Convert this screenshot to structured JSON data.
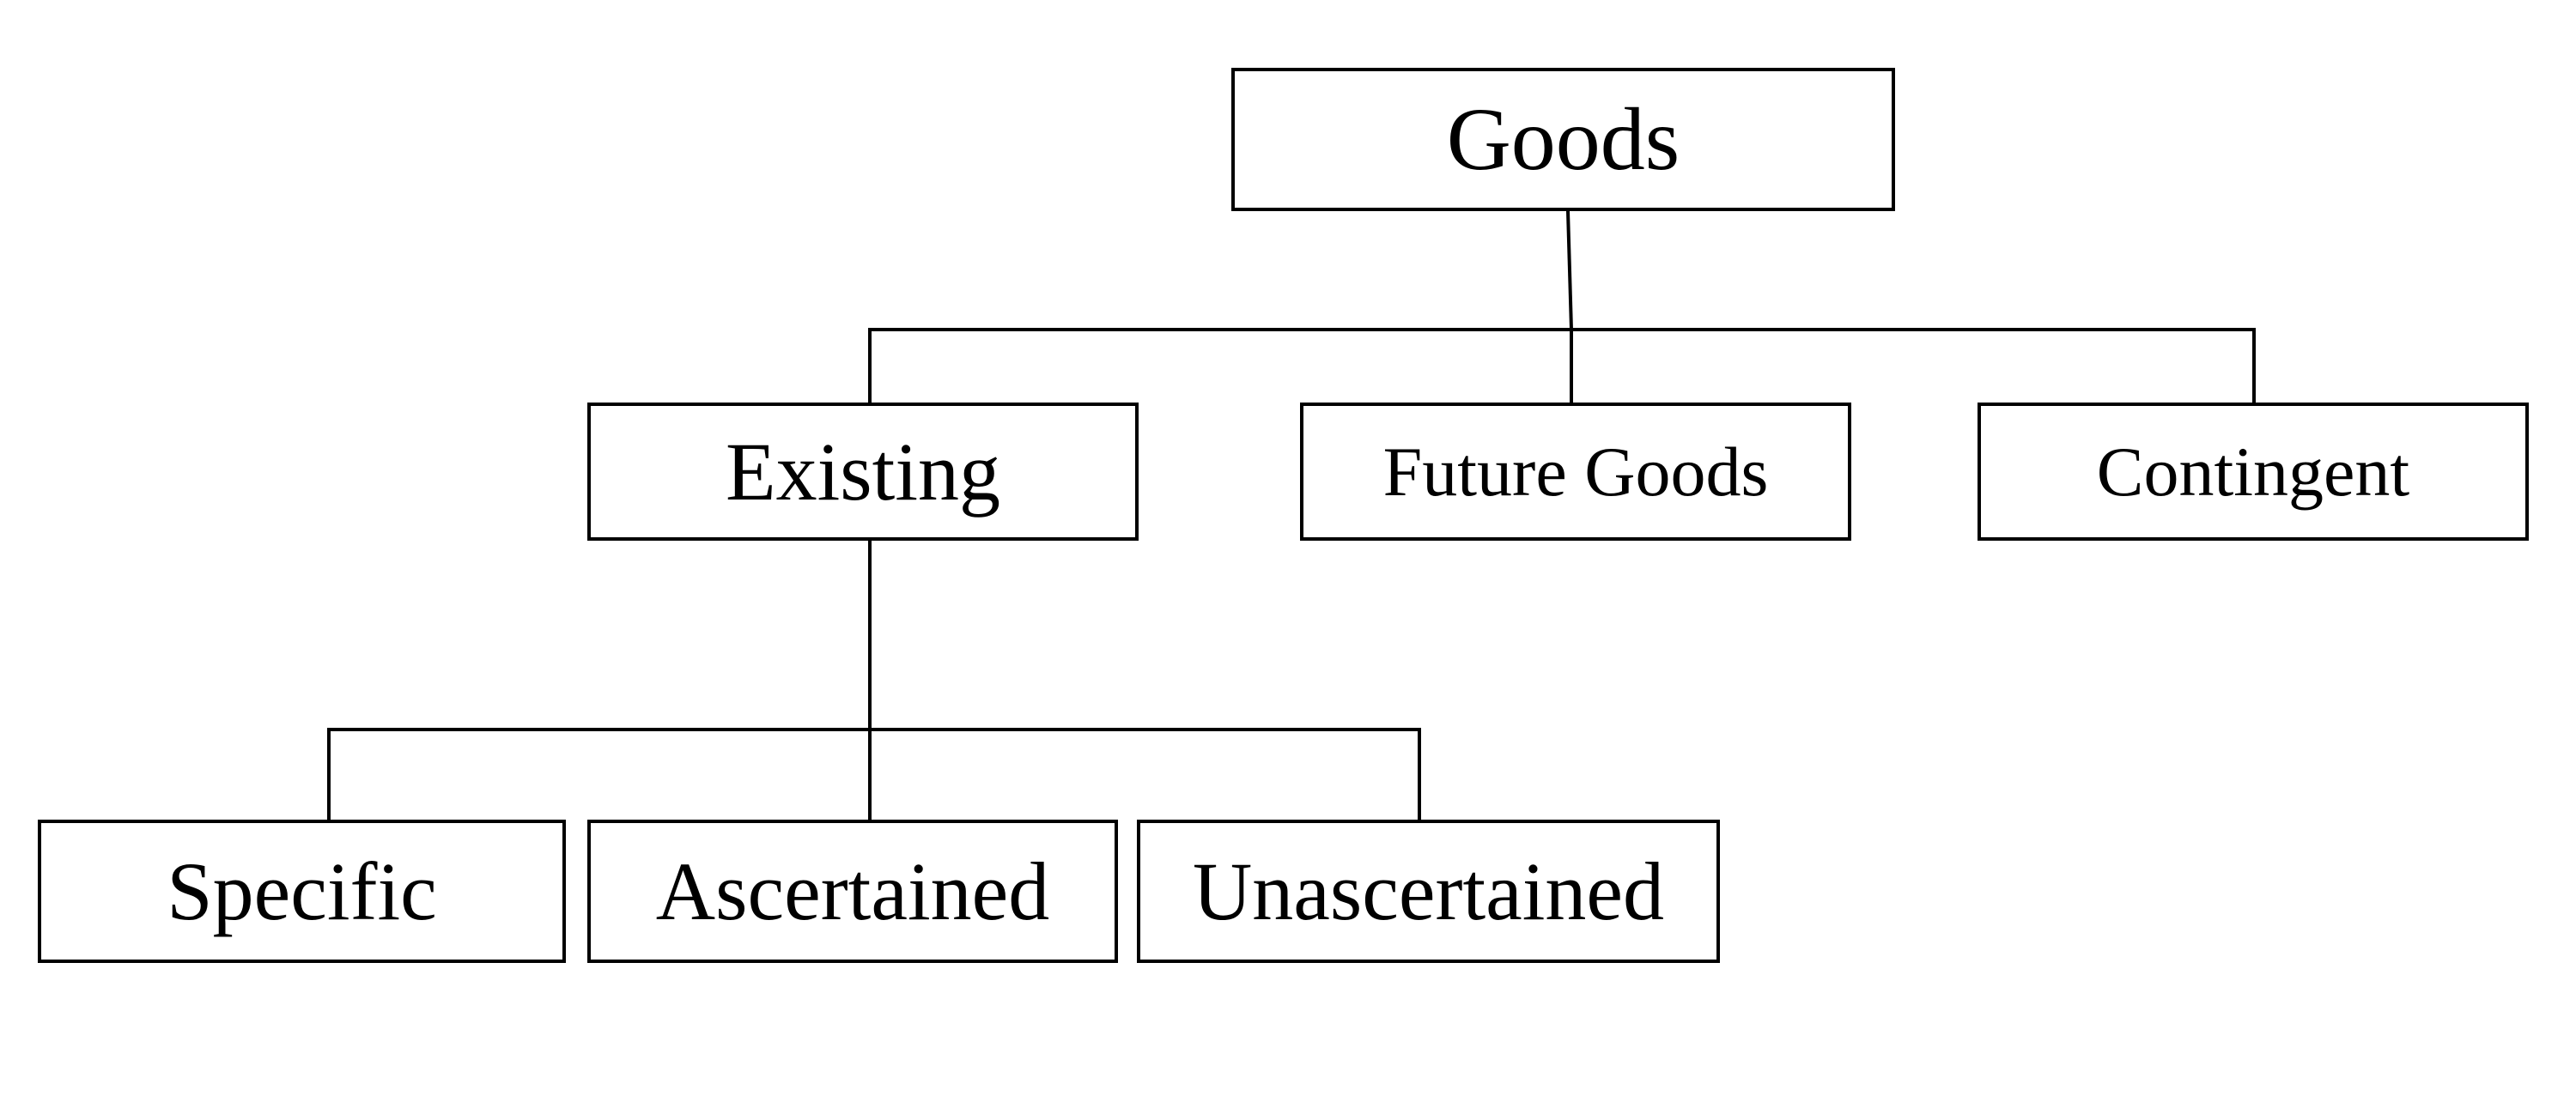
{
  "diagram": {
    "root": {
      "label": "Goods"
    },
    "level1": [
      {
        "label": "Existing"
      },
      {
        "label": "Future Goods"
      },
      {
        "label": "Contingent"
      }
    ],
    "level2": [
      {
        "label": "Specific"
      },
      {
        "label": "Ascertained"
      },
      {
        "label": "Unascertained"
      }
    ],
    "edges": [
      {
        "from": "Goods",
        "to": "Existing"
      },
      {
        "from": "Goods",
        "to": "Future Goods"
      },
      {
        "from": "Goods",
        "to": "Contingent"
      },
      {
        "from": "Existing",
        "to": "Specific"
      },
      {
        "from": "Existing",
        "to": "Ascertained"
      },
      {
        "from": "Existing",
        "to": "Unascertained"
      }
    ],
    "line_color": "#000000",
    "box_border_color": "#000000",
    "background_color": "#ffffff"
  }
}
